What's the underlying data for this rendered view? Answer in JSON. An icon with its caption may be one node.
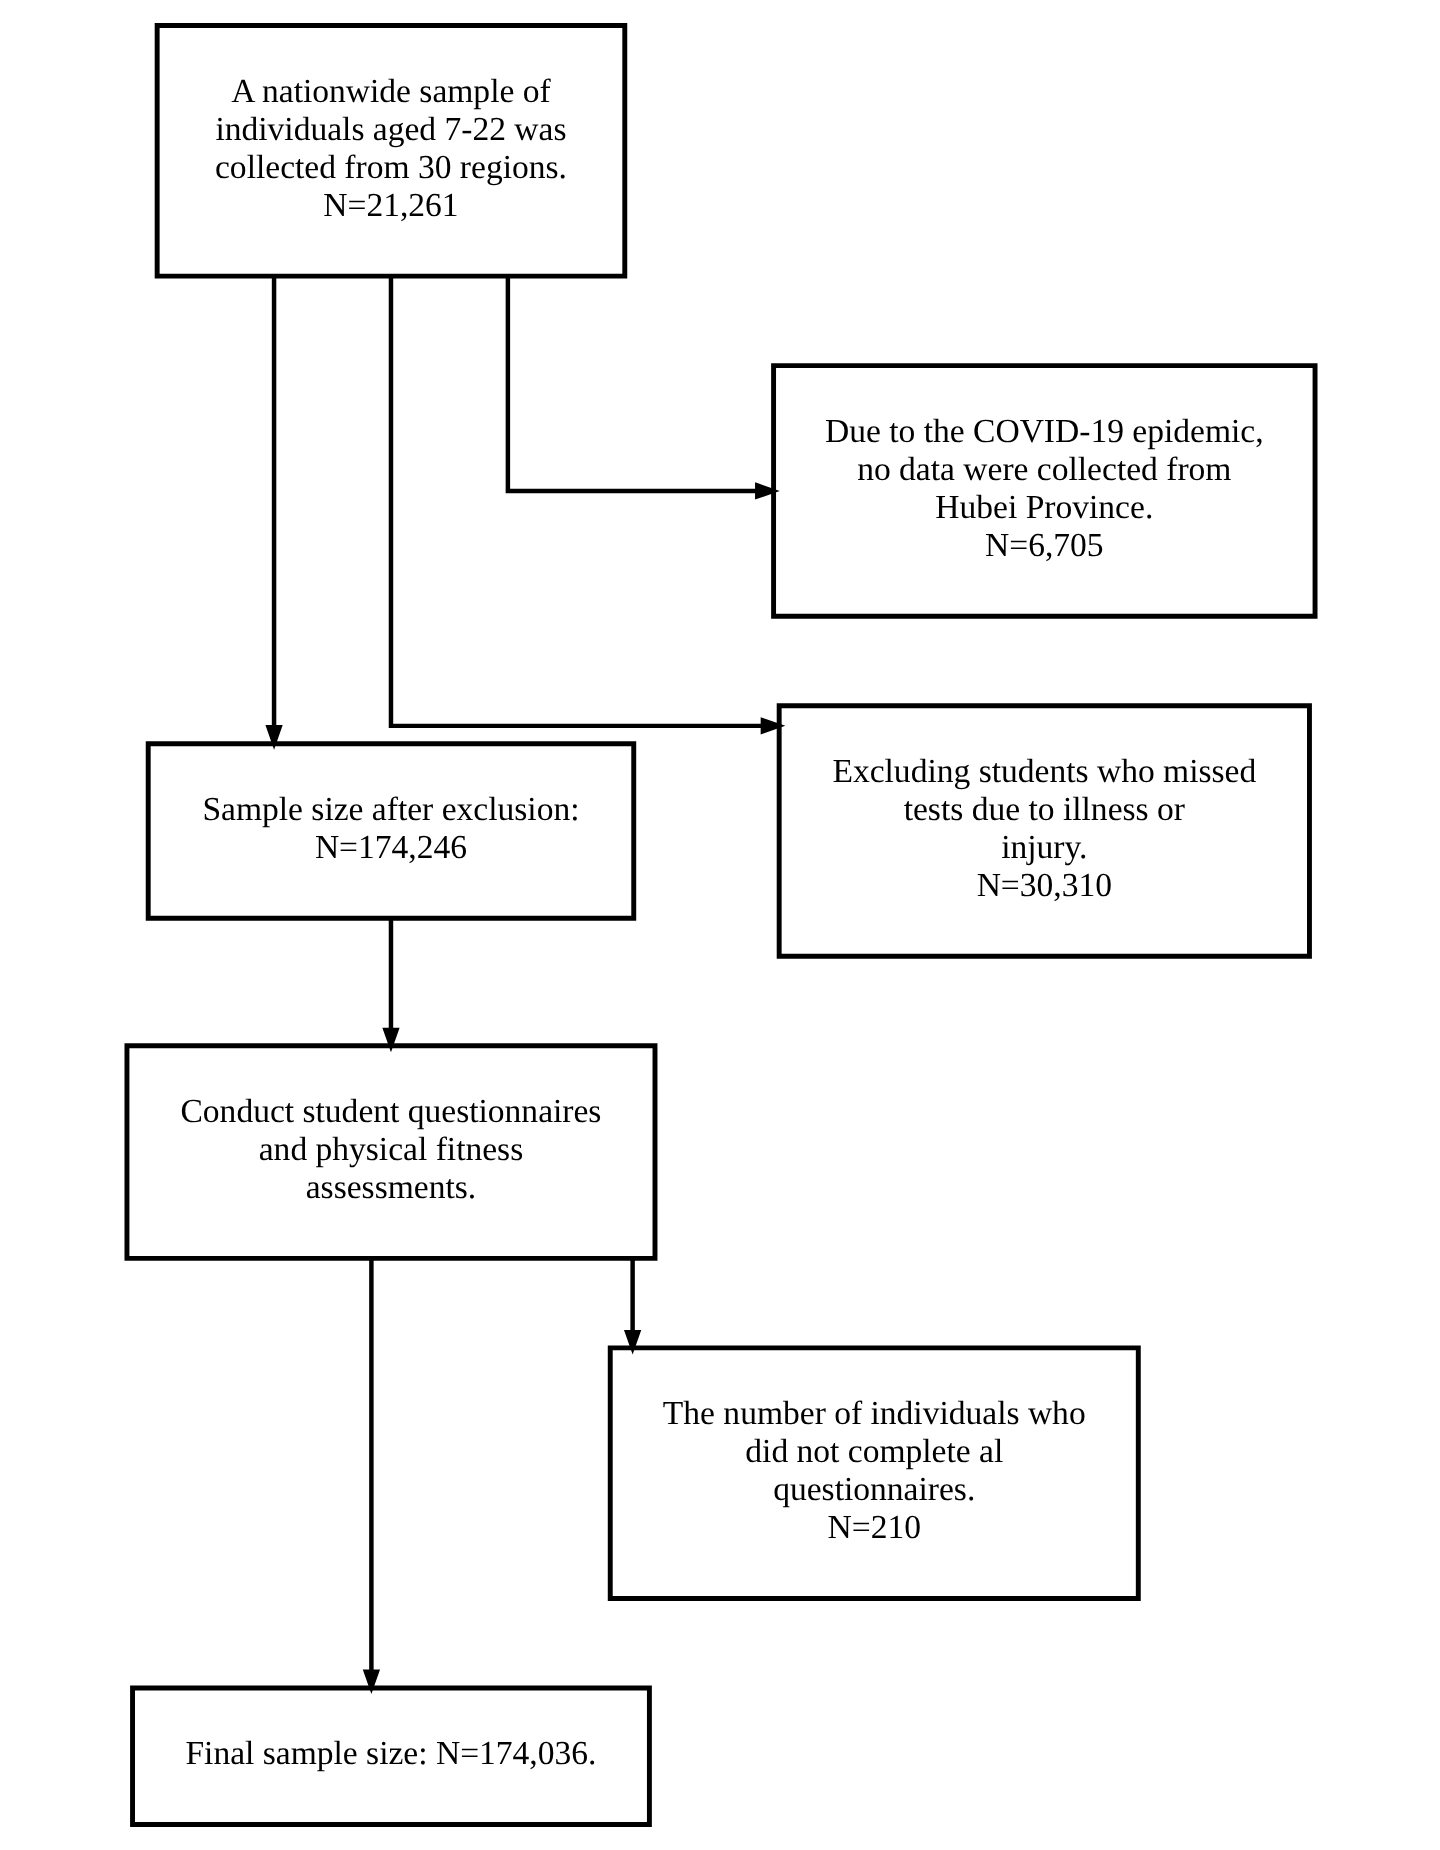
{
  "diagram": {
    "nodes": [
      {
        "text": [
          "A nationwide sample of individuals aged 7-22 was collected from 30 regions.",
          "N=21,261"
        ]
      },
      {
        "text": [
          "Due to the COVID-19 epidemic, no data were collected from Hubei Province.",
          "N=6,705"
        ]
      },
      {
        "text": [
          "Excluding students who missed tests due to illness or injury.",
          "N=30,310"
        ]
      },
      {
        "text": [
          "Sample size after exclusion:",
          "N=174,246"
        ]
      },
      {
        "text": [
          "Conduct student questionnaires and physical fitness assessments."
        ]
      },
      {
        "text": [
          "The number of individuals who did not complete al questionnaires.",
          "N=210"
        ]
      },
      {
        "text": [
          "Final sample size: N=174,036."
        ]
      }
    ],
    "edges": [
      {
        "from": 0,
        "to": 3,
        "arrow": "to"
      },
      {
        "from": 0,
        "to": 1,
        "arrow": "to"
      },
      {
        "from": 0,
        "to": 2,
        "arrow": "to"
      },
      {
        "from": 3,
        "to": 4,
        "arrow": "to"
      },
      {
        "from": 4,
        "to": 6,
        "arrow": "to"
      },
      {
        "from": 4,
        "to": 5,
        "arrow": "to"
      }
    ]
  }
}
